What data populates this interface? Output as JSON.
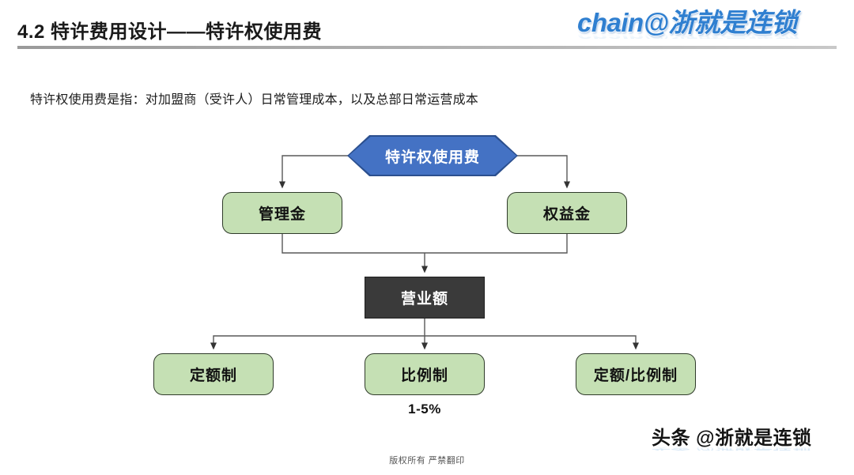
{
  "header": {
    "title": "4.2  特许费用设计——特许权使用费",
    "logo_text": "chain@浙就是连锁"
  },
  "lead": {
    "text": "特许权使用费是指：对加盟商（受许人）日常管理成本，以及总部日常运营成本"
  },
  "diagram": {
    "type": "flowchart",
    "root": {
      "label": "特许权使用费",
      "shape": "hexagon",
      "fill": "#4472C4",
      "text_color": "#FFFFFF"
    },
    "level2": [
      {
        "label": "管理金",
        "shape": "rounded-rect",
        "fill": "#C5E0B4",
        "text_color": "#111111"
      },
      {
        "label": "权益金",
        "shape": "rounded-rect",
        "fill": "#C5E0B4",
        "text_color": "#111111"
      }
    ],
    "merge": {
      "label": "营业额",
      "shape": "rect",
      "fill": "#3A3A3A",
      "text_color": "#FFFFFF"
    },
    "level4": [
      {
        "label": "定额制",
        "shape": "rounded-rect",
        "fill": "#C5E0B4",
        "text_color": "#111111",
        "note": ""
      },
      {
        "label": "比例制",
        "shape": "rounded-rect",
        "fill": "#C5E0B4",
        "text_color": "#111111",
        "note": "1-5%"
      },
      {
        "label": "定额/比例制",
        "shape": "rounded-rect",
        "fill": "#C5E0B4",
        "text_color": "#111111",
        "note": ""
      }
    ],
    "connector_color": "#595959"
  },
  "footer": {
    "copyright": "版权所有  严禁翻印"
  },
  "watermark": {
    "text": "头条 @浙就是连锁"
  }
}
